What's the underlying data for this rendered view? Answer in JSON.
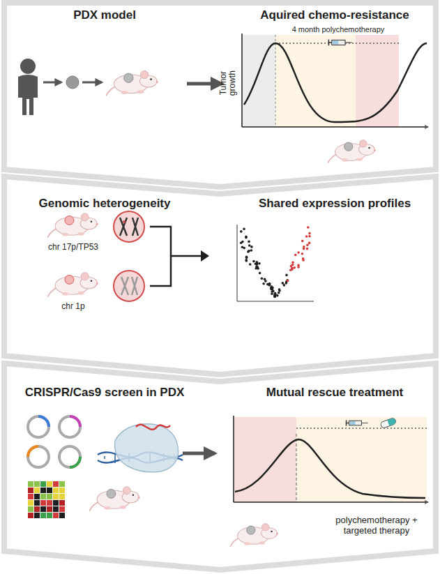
{
  "diagram": {
    "nodes": [
      {
        "text": [
          "PDX model",
          "Aquired chemo-resistance"
        ]
      },
      {
        "text": [
          "Genomic heterogeneity",
          "Shared expression profiles"
        ]
      },
      {
        "text": [
          "CRISPR/Cas9 screen in PDX",
          "Mutual rescue treatment"
        ]
      }
    ],
    "labels": [
      "4 month polychemotherapy",
      "Tumor growth",
      "chr 17p/TP53",
      "chr 1p",
      "polychemotherapy + targeted therapy"
    ]
  }
}
